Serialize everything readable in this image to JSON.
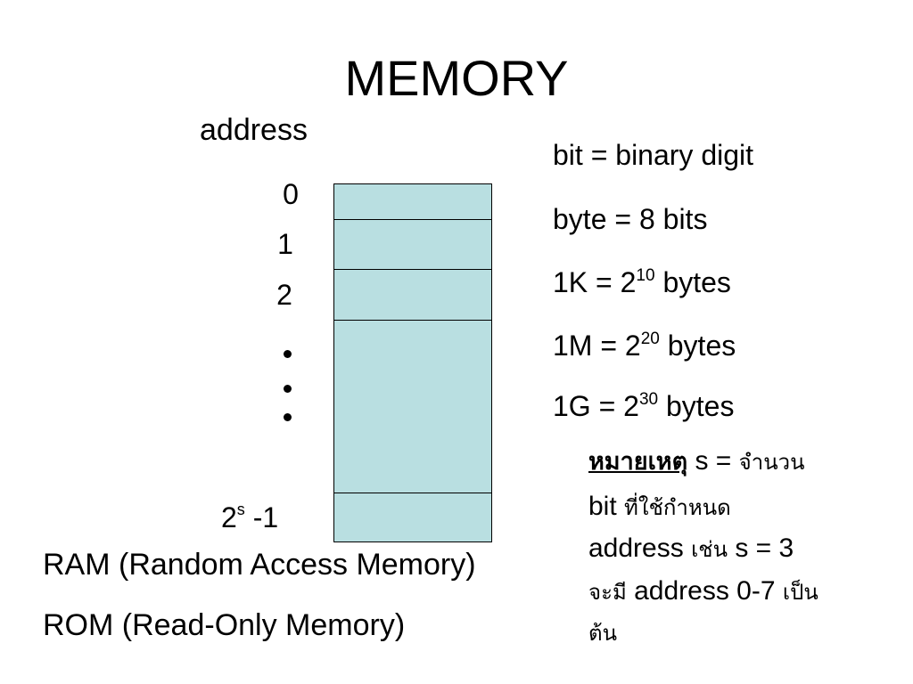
{
  "title": "MEMORY",
  "diagram": {
    "address_heading": "address",
    "address_labels": [
      "0",
      "1",
      "2"
    ],
    "last_label": {
      "base": "2",
      "exp": "s",
      "suffix": " -1"
    },
    "cell_color": "#b9dfe1",
    "ellipsis_icon": "vertical-ellipsis"
  },
  "definitions": [
    {
      "lhs": "bit = binary digit"
    },
    {
      "lhs": "byte = 8 bits"
    },
    {
      "lhs": "1K = 2",
      "exp": "10",
      "rhs": " bytes"
    },
    {
      "lhs": "1M = 2",
      "exp": "20",
      "rhs": " bytes"
    },
    {
      "lhs": "1G = 2",
      "exp": "30",
      "rhs": " bytes"
    }
  ],
  "note": {
    "heading": "หมายเหตุ",
    "line1_text": " s = ",
    "line1_thai": "จำนวน",
    "line2_text": "bit ",
    "line2_thai": "ที่ใช้กำหนด",
    "line3_text": "address ",
    "line3_thai": "เช่น",
    "line3_text2": " s = 3",
    "line4_thai": "จะมี",
    "line4_text": " address 0-7 ",
    "line4_thai2": "เป็น",
    "line5_thai": "ต้น"
  },
  "memory_types": [
    "RAM (Random Access Memory)",
    "ROM (Read-Only Memory)"
  ]
}
